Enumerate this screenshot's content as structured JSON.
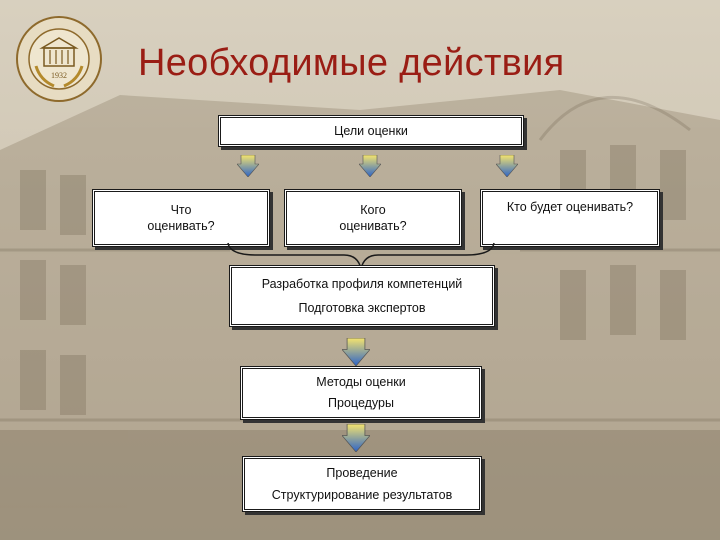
{
  "slide": {
    "title": "Необходимые действия",
    "logo_text": "1932",
    "colors": {
      "title": "#9a1d14",
      "arrow_top": "#f3e06b",
      "arrow_bottom": "#2b63c9",
      "background": "#cfc6b5"
    }
  },
  "diagram": {
    "goals": "Цели оценки",
    "what_line1": "Что",
    "what_line2": "оценивать?",
    "whom_line1": "Кого",
    "whom_line2": "оценивать?",
    "who": "Кто будет оценивать?",
    "stage1_line1": "Разработка профиля компетенций",
    "stage1_line2": "Подготовка экспертов",
    "stage2_line1": "Методы оценки",
    "stage2_line2": "Процедуры",
    "stage3_line1": "Проведение",
    "stage3_line2": "Структурирование результатов"
  }
}
